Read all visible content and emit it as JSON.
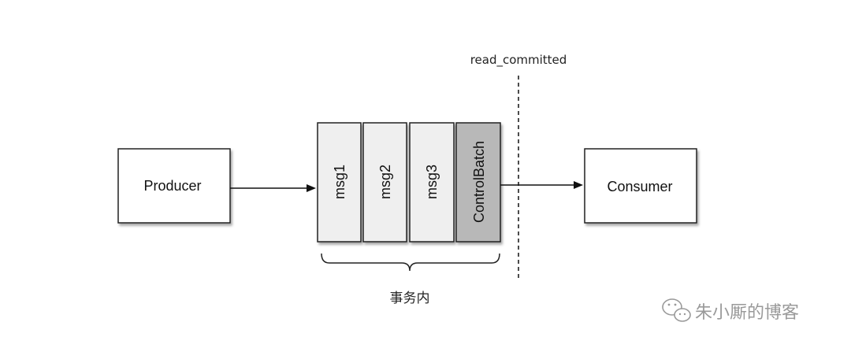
{
  "diagram": {
    "producer_label": "Producer",
    "consumer_label": "Consumer",
    "messages": [
      "msg1",
      "msg2",
      "msg3"
    ],
    "control_label": "ControlBatch",
    "isolation_label": "read_committed",
    "transaction_label": "事务内"
  },
  "watermark": {
    "text": "朱小厮的博客",
    "icon": "wechat-icon"
  },
  "colors": {
    "message_fill": "#efefef",
    "control_fill": "#b8b8b8",
    "stroke": "#222222",
    "watermark": "#9a9a9a"
  }
}
